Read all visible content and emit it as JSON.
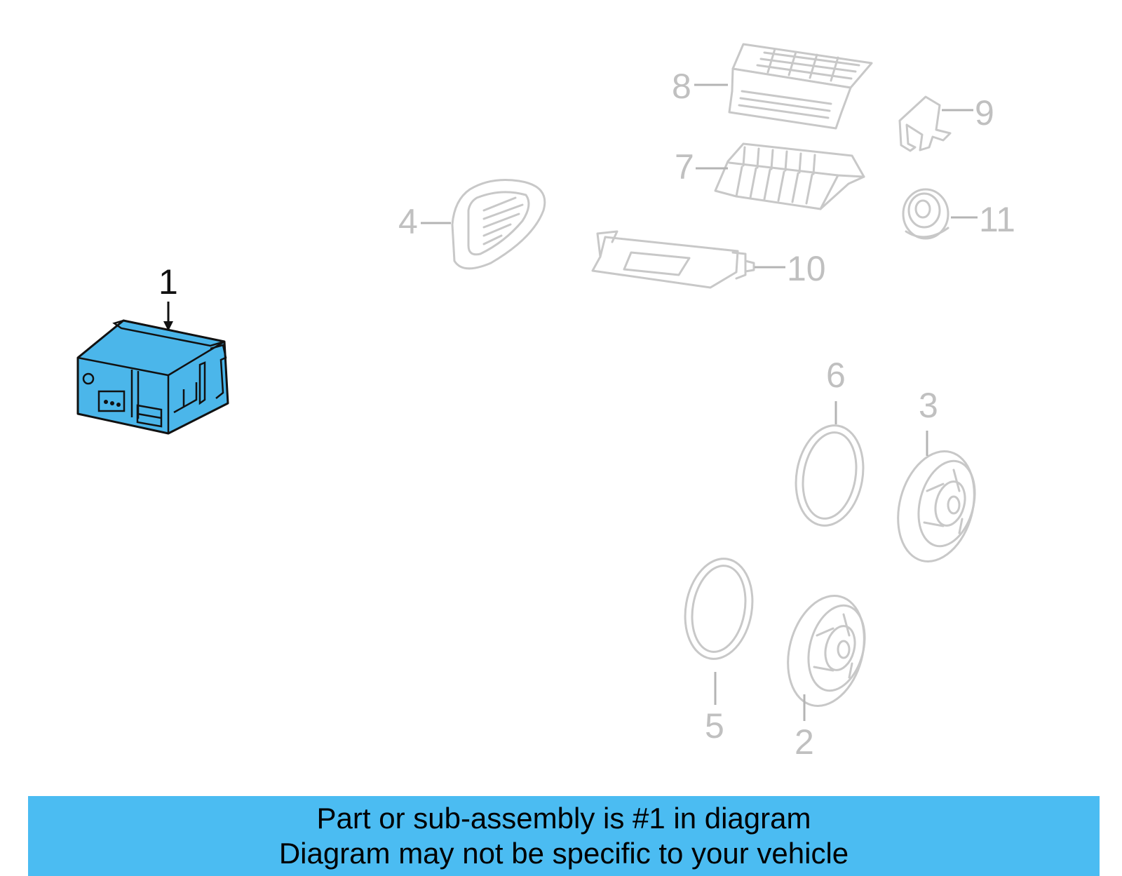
{
  "callouts": [
    {
      "id": "1",
      "label": "1",
      "highlight": true
    },
    {
      "id": "2",
      "label": "2"
    },
    {
      "id": "3",
      "label": "3"
    },
    {
      "id": "4",
      "label": "4"
    },
    {
      "id": "5",
      "label": "5"
    },
    {
      "id": "6",
      "label": "6"
    },
    {
      "id": "7",
      "label": "7"
    },
    {
      "id": "8",
      "label": "8"
    },
    {
      "id": "9",
      "label": "9"
    },
    {
      "id": "10",
      "label": "10"
    },
    {
      "id": "11",
      "label": "11"
    }
  ],
  "banner": {
    "line1": "Part or sub-assembly is #1 in diagram",
    "line2": "Diagram may not be specific to your vehicle"
  },
  "colors": {
    "highlight": "#4bb6ea",
    "banner": "#4bbcf2",
    "faded": "#c8c8c8"
  }
}
